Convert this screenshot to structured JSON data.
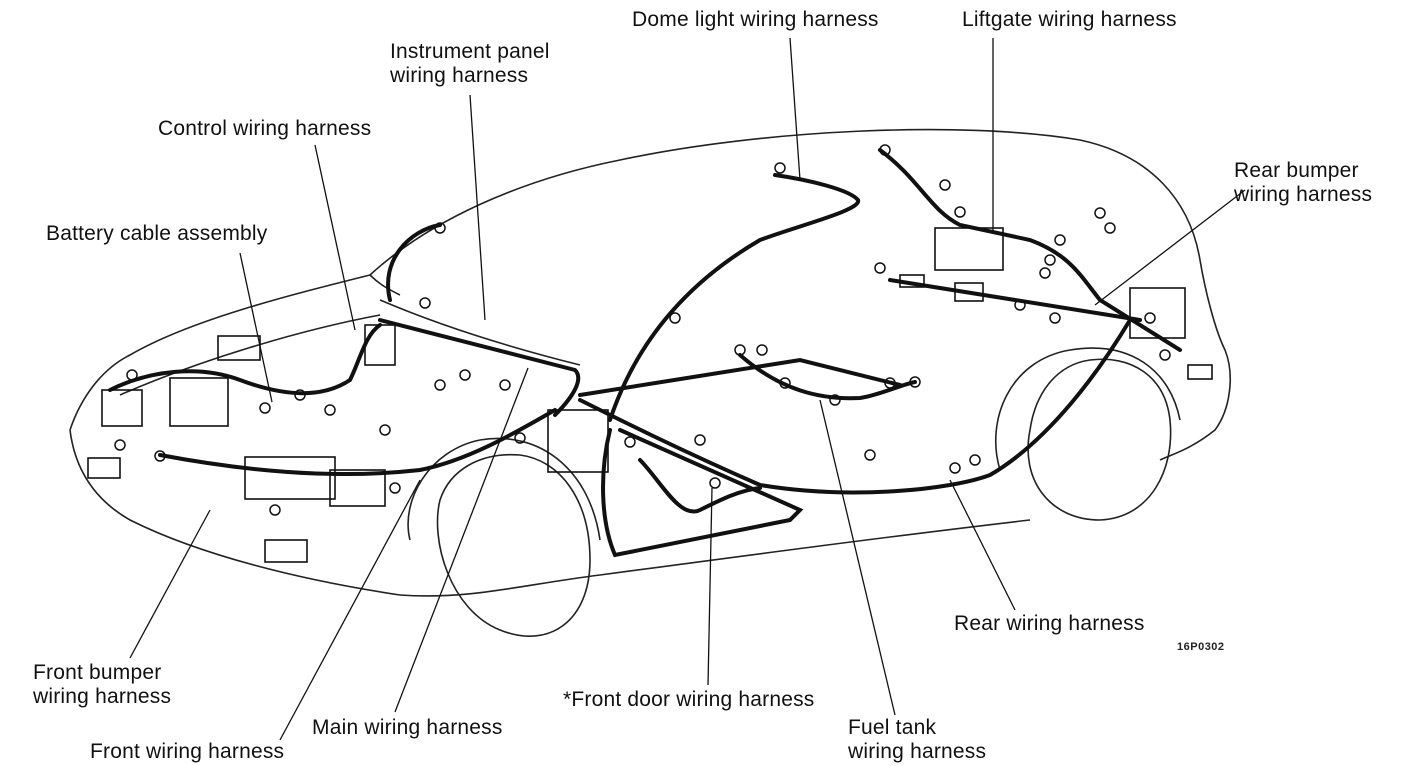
{
  "diagram": {
    "labels": {
      "dome_light": "Dome light wiring harness",
      "liftgate": "Liftgate wiring harness",
      "instrument_panel_1": "Instrument panel",
      "instrument_panel_2": "wiring harness",
      "control": "Control wiring harness",
      "rear_bumper_1": "Rear bumper",
      "rear_bumper_2": "wiring harness",
      "battery_cable": "Battery cable assembly",
      "rear_wiring": "Rear wiring harness",
      "front_bumper_1": "Front bumper",
      "front_bumper_2": "wiring harness",
      "front_door": "*Front door wiring harness",
      "main_wiring": "Main wiring harness",
      "fuel_tank_1": "Fuel tank",
      "fuel_tank_2": "wiring harness",
      "front_wiring": "Front wiring harness"
    },
    "figure_code": "16P0302"
  }
}
